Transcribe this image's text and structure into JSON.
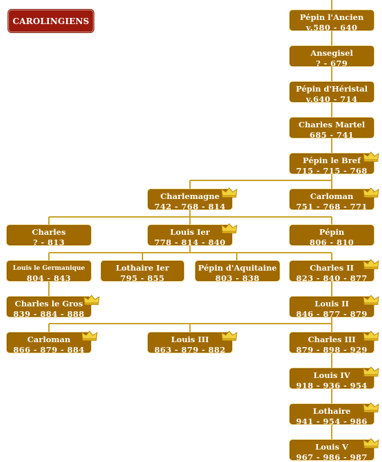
{
  "title": "CAROLINGIENS",
  "icons": {
    "king_marker": "crown-icon"
  },
  "colors": {
    "box_fill": "#a06a00",
    "box_border": "#e4c36a",
    "line": "#c9a227",
    "title_fill": "#9c1a0d",
    "crown": "#f2d23a"
  },
  "people": {
    "pepin_ancien": {
      "name": "Pépin l'Ancien",
      "dates": "v.580 - 640"
    },
    "ansegisel": {
      "name": "Ansegisel",
      "dates": "? - 679"
    },
    "pepin_heristal": {
      "name": "Pépin d'Héristal",
      "dates": "v.640 - 714"
    },
    "charles_martel": {
      "name": "Charles Martel",
      "dates": "685 - 741"
    },
    "pepin_bref": {
      "name": "Pépin le Bref",
      "dates": "715 - 715 - 768"
    },
    "charlemagne": {
      "name": "Charlemagne",
      "dates": "742 - 768 - 814"
    },
    "carloman_751": {
      "name": "Carloman",
      "dates": "751 - 768 - 771"
    },
    "charles_813": {
      "name": "Charles",
      "dates": "? - 813"
    },
    "louis_ier": {
      "name": "Louis Ier",
      "dates": "778 - 814 - 840"
    },
    "pepin_810": {
      "name": "Pépin",
      "dates": "806 - 810"
    },
    "louis_germ": {
      "name": "Louis le Germanique",
      "dates": "804 - 843"
    },
    "lothaire_ier": {
      "name": "Lothaire Ier",
      "dates": "795 - 855"
    },
    "pepin_aquit": {
      "name": "Pépin d'Aquitaine",
      "dates": "803 - 838"
    },
    "charles_ii": {
      "name": "Charles II",
      "dates": "823 - 840 - 877"
    },
    "charles_gros": {
      "name": "Charles le Gros",
      "dates": "839 - 884 - 888"
    },
    "louis_ii": {
      "name": "Louis II",
      "dates": "846 - 877 - 879"
    },
    "carloman_866": {
      "name": "Carloman",
      "dates": "866 - 879 - 884"
    },
    "louis_iii": {
      "name": "Louis III",
      "dates": "863 - 879 - 882"
    },
    "charles_iii": {
      "name": "Charles III",
      "dates": "879 - 898 - 929"
    },
    "louis_iv": {
      "name": "Louis IV",
      "dates": "918 - 936 - 954"
    },
    "lothaire": {
      "name": "Lothaire",
      "dates": "941 - 954 - 986"
    },
    "louis_v": {
      "name": "Louis V",
      "dates": "967 - 986 - 987"
    }
  }
}
